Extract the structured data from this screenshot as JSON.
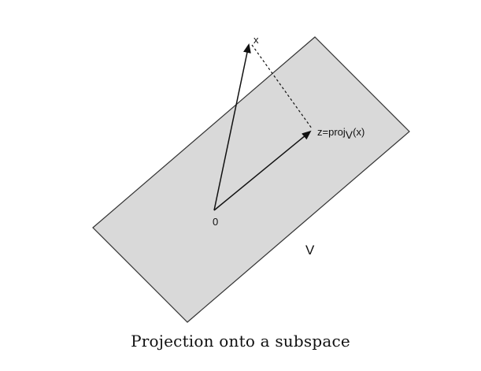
{
  "diagram": {
    "labels": {
      "x": "x",
      "z_prefix": "z=proj",
      "z_subscript": "V",
      "z_suffix": "(x)",
      "origin": "0",
      "subspace": "V"
    },
    "caption": "Projection onto a subspace",
    "colors": {
      "plane_fill": "#d9d9d9",
      "plane_stroke": "#333333",
      "vector": "#111111"
    }
  }
}
